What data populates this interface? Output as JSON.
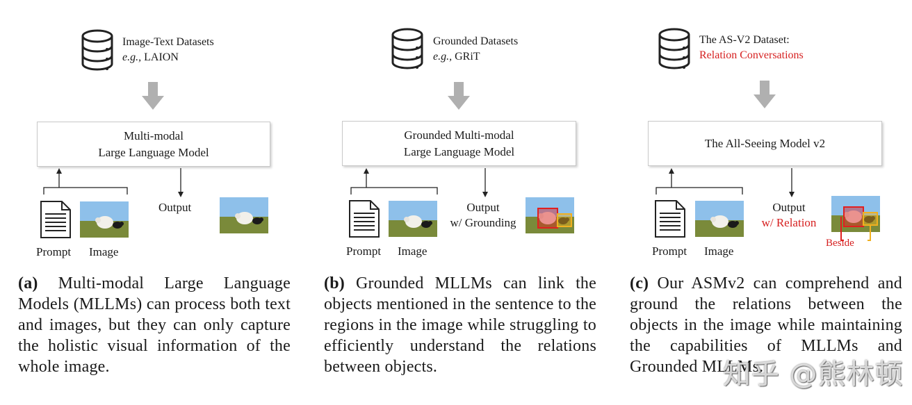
{
  "panels": [
    {
      "dataset_line1": "Image-Text Datasets",
      "dataset_eg": "e.g.,",
      "dataset_name": " LAION",
      "model_line1": "Multi-modal",
      "model_line2": "Large Language Model",
      "prompt_label": "Prompt",
      "image_label": "Image",
      "output_line1": "Output",
      "output_line2": "",
      "caption_tag": "(a)",
      "caption_text": " Multi-modal Large Language Models (MLLMs) can process both text and images, but they can only capture the holistic visual information of the whole image."
    },
    {
      "dataset_line1": "Grounded Datasets",
      "dataset_eg": "e.g.,",
      "dataset_name": " GRiT",
      "model_line1": "Grounded Multi-modal",
      "model_line2": "Large Language Model",
      "prompt_label": "Prompt",
      "image_label": "Image",
      "output_line1": "Output",
      "output_line2": "w/ Grounding",
      "caption_tag": "(b)",
      "caption_text": " Grounded MLLMs can link the objects mentioned in the sentence to the regions in the image while struggling to efficiently understand the relations between objects."
    },
    {
      "dataset_line1": "The AS-V2 Dataset:",
      "dataset_line2": "Relation Conversations",
      "model_line1": "The All-Seeing Model v2",
      "prompt_label": "Prompt",
      "image_label": "Image",
      "output_line1": "Output",
      "output_line2": "w/ Relation",
      "relation_label": "Beside",
      "caption_tag": "(c)",
      "caption_text": " Our ASMv2 can comprehend and ground the relations between the objects in the image while maintaining the capabilities of MLLMs and Grounded MLLMs."
    }
  ],
  "watermark": "知乎 @熊林顿",
  "colors": {
    "accent_red": "#d62020",
    "box_red": "#e02020",
    "box_yellow": "#f0b020",
    "arrow_gray": "#b0b0b0"
  }
}
